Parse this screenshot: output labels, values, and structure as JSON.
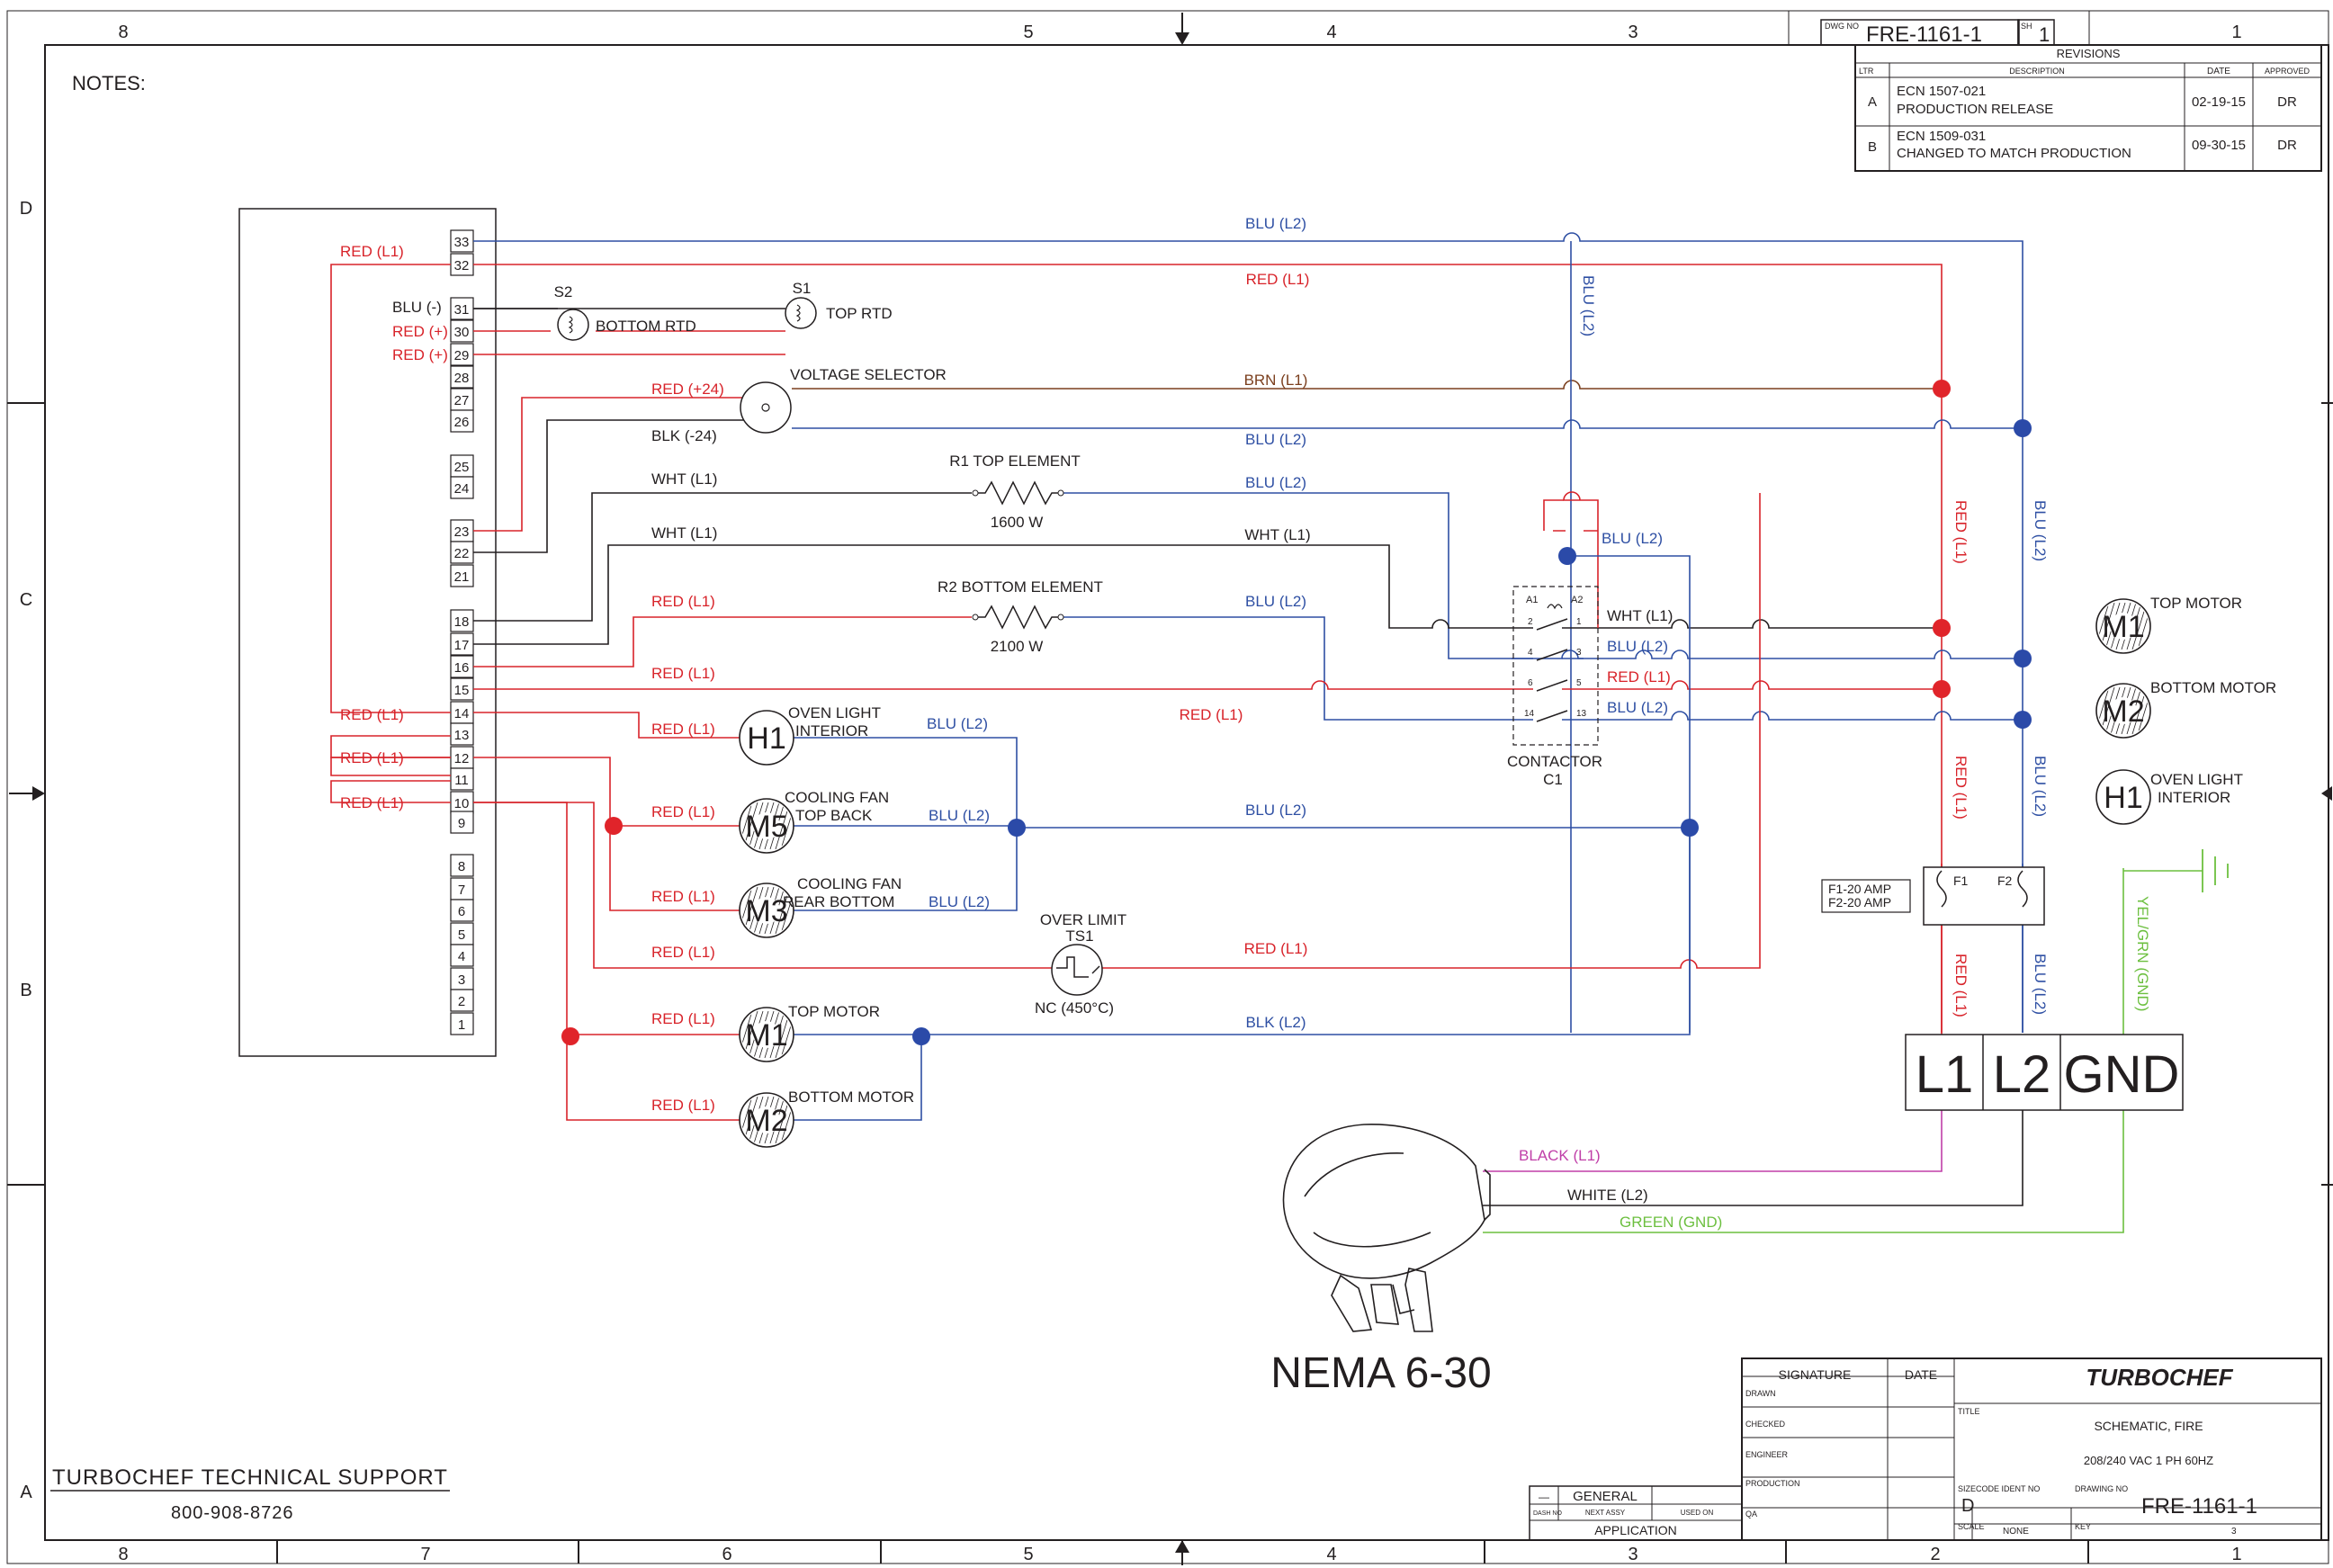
{
  "title_block": {
    "dwg_no_label": "DWG NO",
    "dwg_no": "FRE-1161-1",
    "sh_label": "SH",
    "sheet": "1",
    "signature_label": "SIGNATURE",
    "date_label": "DATE",
    "drawn_label": "DRAWN",
    "checked_label": "CHECKED",
    "engineer_label": "ENGINEER",
    "production_label": "PRODUCTION",
    "qa_label": "QA",
    "title_label": "TITLE",
    "brand": "TURBOCHEF",
    "title_line1": "SCHEMATIC, FIRE",
    "title_line2": "208/240 VAC 1 PH 60HZ",
    "size_label": "SIZE",
    "size": "D",
    "code_ident_label": "CODE IDENT NO",
    "drawing_no_label": "DRAWING NO",
    "drawing_no": "FRE-1161-1",
    "scale_label": "SCALE",
    "scale": "NONE",
    "key_label": "KEY",
    "key": "3",
    "general": "GENERAL",
    "dash_no": "DASH NO",
    "next_assy": "NEXT ASSY",
    "used_on": "USED ON",
    "application": "APPLICATION"
  },
  "revisions": {
    "title": "REVISIONS",
    "headers": [
      "LTR",
      "DESCRIPTION",
      "DATE",
      "APPROVED"
    ],
    "rows": [
      {
        "ltr": "A",
        "desc1": "ECN 1507-021",
        "desc2": "PRODUCTION RELEASE",
        "date": "02-19-15",
        "approved": "DR"
      },
      {
        "ltr": "B",
        "desc1": "ECN 1509-031",
        "desc2": "CHANGED TO MATCH PRODUCTION",
        "date": "09-30-15",
        "approved": "DR"
      }
    ]
  },
  "zones": {
    "top": [
      "8",
      "5",
      "4",
      "3",
      "1"
    ],
    "bottom": [
      "8",
      "7",
      "6",
      "5",
      "4",
      "3",
      "2",
      "1"
    ],
    "left": [
      "D",
      "C",
      "B",
      "A"
    ]
  },
  "notes": "NOTES:",
  "support": {
    "title": "TURBOCHEF TECHNICAL SUPPORT",
    "phone": "800-908-8726"
  },
  "plug_label": "NEMA 6-30",
  "terminals": [
    "33",
    "32",
    "31",
    "30",
    "29",
    "28",
    "27",
    "26",
    "25",
    "24",
    "23",
    "22",
    "21",
    "18",
    "17",
    "16",
    "15",
    "14",
    "13",
    "12",
    "11",
    "10",
    "9",
    "8",
    "7",
    "6",
    "5",
    "4",
    "3",
    "2",
    "1"
  ],
  "components": {
    "s2": "S2",
    "s1": "S1",
    "bottom_rtd": "BOTTOM RTD",
    "top_rtd": "TOP RTD",
    "voltage_selector": "VOLTAGE SELECTOR",
    "r1": "R1 TOP ELEMENT",
    "r1_w": "1600 W",
    "r2": "R2 BOTTOM ELEMENT",
    "r2_w": "2100 W",
    "h1": "H1",
    "h1_desc1": "OVEN LIGHT",
    "h1_desc2": "INTERIOR",
    "m5": "M5",
    "m5_desc1": "COOLING FAN",
    "m5_desc2": "TOP BACK",
    "m3": "M3",
    "m3_desc1": "COOLING FAN",
    "m3_desc2": "REAR BOTTOM",
    "over_limit": "OVER LIMIT",
    "ts1": "TS1",
    "ts1_nc": "NC (450°C)",
    "m1": "M1",
    "m1_desc": "TOP MOTOR",
    "m2": "M2",
    "m2_desc": "BOTTOM MOTOR",
    "contactor": "CONTACTOR",
    "c1": "C1",
    "a1": "A1",
    "a2": "A2",
    "fuse_spec1": "F1-20 AMP",
    "fuse_spec2": "F2-20 AMP",
    "f1": "F1",
    "f2": "F2",
    "l1": "L1",
    "l2": "L2",
    "gnd": "GND"
  },
  "wire_labels": {
    "blu_l2": "BLU (L2)",
    "red_l1": "RED (L1)",
    "brn_l1": "BRN (L1)",
    "blu_minus": "BLU (-)",
    "red_plus": "RED (+)",
    "red_24": "RED (+24)",
    "blk_24": "BLK (-24)",
    "wht_l1": "WHT (L1)",
    "blk_l2": "BLK (L2)",
    "yel_grn": "YEL/GRN (GND)",
    "black_l1": "BLACK (L1)",
    "white_l2": "WHITE (L2)",
    "green_gnd": "GREEN (GND)"
  },
  "colors": {
    "red": "#d8232a",
    "blue": "#2e4fa3",
    "black": "#231f20",
    "brown": "#7b3f1e",
    "green": "#6cbf3f",
    "magenta": "#c03fa8"
  }
}
